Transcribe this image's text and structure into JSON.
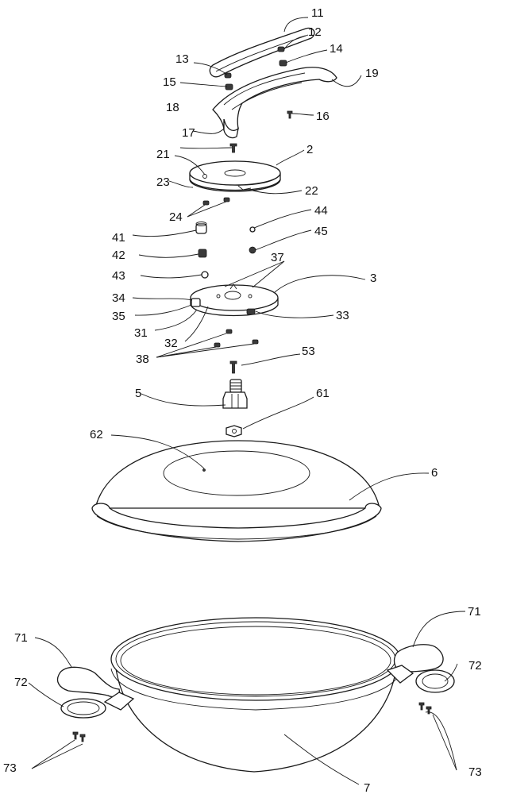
{
  "labels": {
    "l11": "11",
    "l12": "12",
    "l13": "13",
    "l14": "14",
    "l15": "15",
    "l16": "16",
    "l17": "17",
    "l18": "18",
    "l19": "19",
    "l2": "2",
    "l21": "21",
    "l22": "22",
    "l23": "23",
    "l24": "24",
    "l3": "3",
    "l31": "31",
    "l32": "32",
    "l33": "33",
    "l34": "34",
    "l35": "35",
    "l37": "37",
    "l38": "38",
    "l41": "41",
    "l42": "42",
    "l43": "43",
    "l44": "44",
    "l45": "45",
    "l5": "5",
    "l53": "53",
    "l6": "6",
    "l61": "61",
    "l62": "62",
    "l7": "7",
    "l71a": "71",
    "l71b": "71",
    "l72a": "72",
    "l72b": "72",
    "l73a": "73",
    "l73b": "73"
  }
}
